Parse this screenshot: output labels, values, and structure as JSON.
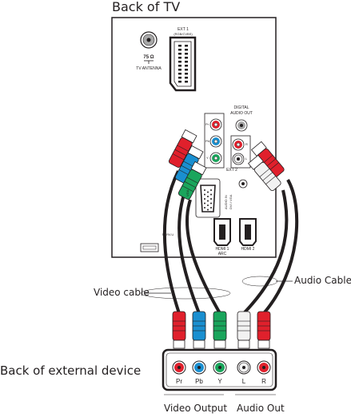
{
  "title": "Back of TV",
  "tv": {
    "ext1_label": "EXT 1",
    "ext1_sub": "(RGB/CVBS)",
    "antenna_ohm": "75 Ω",
    "antenna_label": "TV ANTENNA",
    "digital_audio_line1": "DIGITAL",
    "digital_audio_line2": "AUDIO OUT",
    "ext2_label": "EXT 2",
    "vga_label": "VGA",
    "audio_in_line1": "AUDIO IN",
    "audio_in_line2": "DVI / VGA",
    "hdmi1_line1": "HDMI 1",
    "hdmi1_line2": "ARC",
    "hdmi2_label": "HDMI 2",
    "service_label": "SERV.U",
    "comp_port_labels": [
      "Pr",
      "Pb",
      "Y"
    ],
    "audio_port_labels": [
      "R",
      "L"
    ]
  },
  "video_cable_label": "Video cable",
  "audio_cable_label": "Audio Cable",
  "external_device_label": "Back of external device",
  "device_ports": [
    "Pr",
    "Pb",
    "Y",
    "L",
    "R"
  ],
  "video_output_label": "Video Output",
  "audio_out_label": "Audio Out",
  "colors": {
    "red": "#e0202c",
    "blue": "#1a8fd0",
    "green": "#1aa55c",
    "white": "#f2f2f2",
    "panel": "#ffffff",
    "stroke": "#231f20",
    "port_gray": "#b9b9b9"
  }
}
